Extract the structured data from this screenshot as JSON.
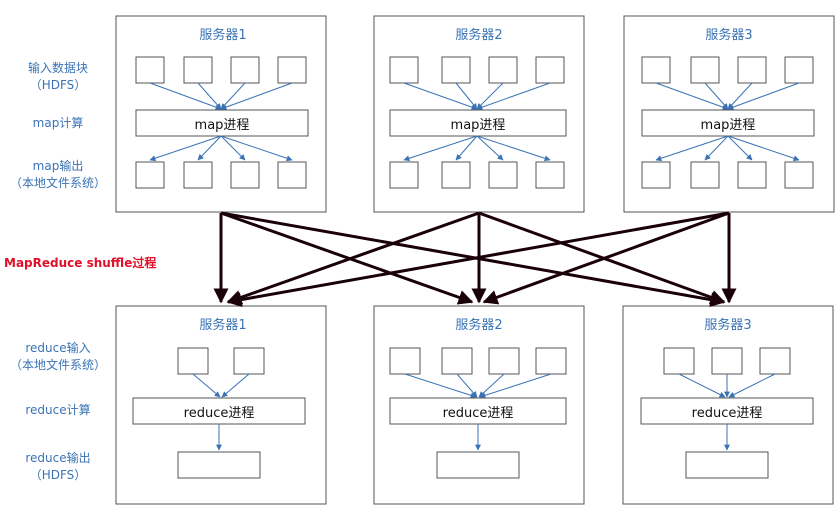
{
  "top_servers": [
    {
      "title": "服务器1",
      "process": "map进程"
    },
    {
      "title": "服务器2",
      "process": "map进程"
    },
    {
      "title": "服务器3",
      "process": "map进程"
    }
  ],
  "bottom_servers": [
    {
      "title": "服务器1",
      "process": "reduce进程",
      "inputs": 2
    },
    {
      "title": "服务器2",
      "process": "reduce进程",
      "inputs": 4
    },
    {
      "title": "服务器3",
      "process": "reduce进程",
      "inputs": 3
    }
  ],
  "labels": {
    "map_input_1": "输入数据块",
    "map_input_2": "（HDFS）",
    "map_compute": "map计算",
    "map_output_1": "map输出",
    "map_output_2": "（本地文件系统）",
    "shuffle": "MapReduce shuffle过程",
    "reduce_input_1": "reduce输入",
    "reduce_input_2": "（本地文件系统）",
    "reduce_compute": "reduce计算",
    "reduce_output_1": "reduce输出",
    "reduce_output_2": "（HDFS）"
  },
  "colors": {
    "blue": "#3a73b5",
    "shuffle_red": "#e0102a",
    "box_border": "#6b6b6b"
  }
}
